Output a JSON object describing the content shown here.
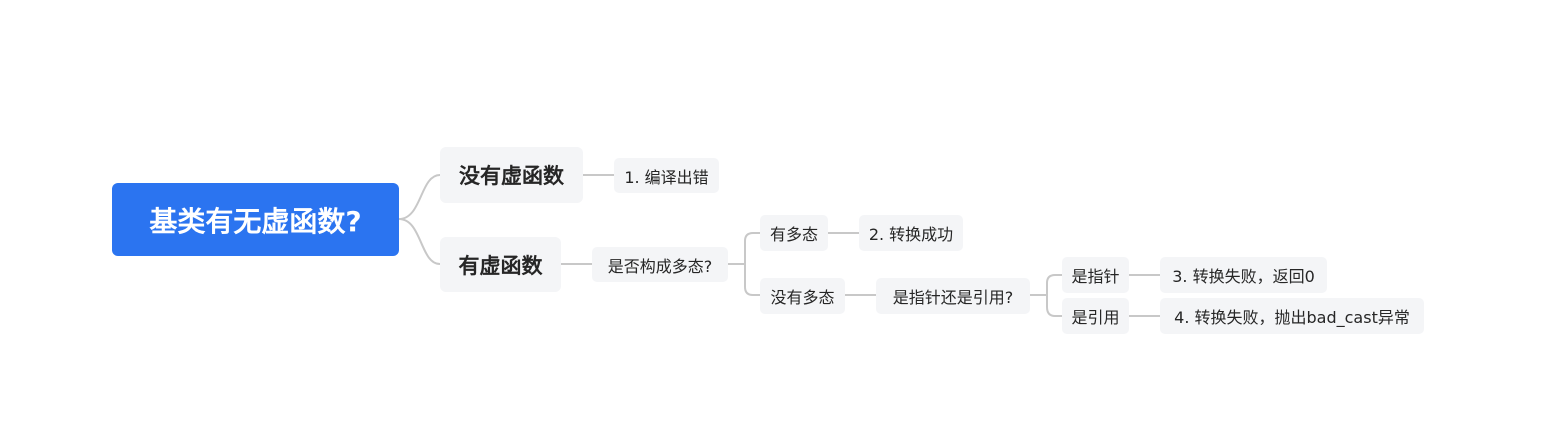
{
  "root": {
    "label": "基类有无虚函数?"
  },
  "branch_no_virtual": {
    "label": "没有虚函数",
    "result": "1. 编译出错"
  },
  "branch_has_virtual": {
    "label": "有虚函数",
    "question": "是否构成多态?",
    "polymorphic": {
      "label": "有多态",
      "result": "2. 转换成功"
    },
    "non_polymorphic": {
      "label": "没有多态",
      "question": "是指针还是引用?",
      "pointer": {
        "label": "是指针",
        "result": "3. 转换失败，返回0"
      },
      "reference": {
        "label": "是引用",
        "result": "4. 转换失败，抛出bad_cast异常"
      }
    }
  },
  "colors": {
    "root_fill": "#2b74f0",
    "node_fill": "#f4f5f7",
    "connector": "#c8c8c8",
    "text": "#262626"
  }
}
